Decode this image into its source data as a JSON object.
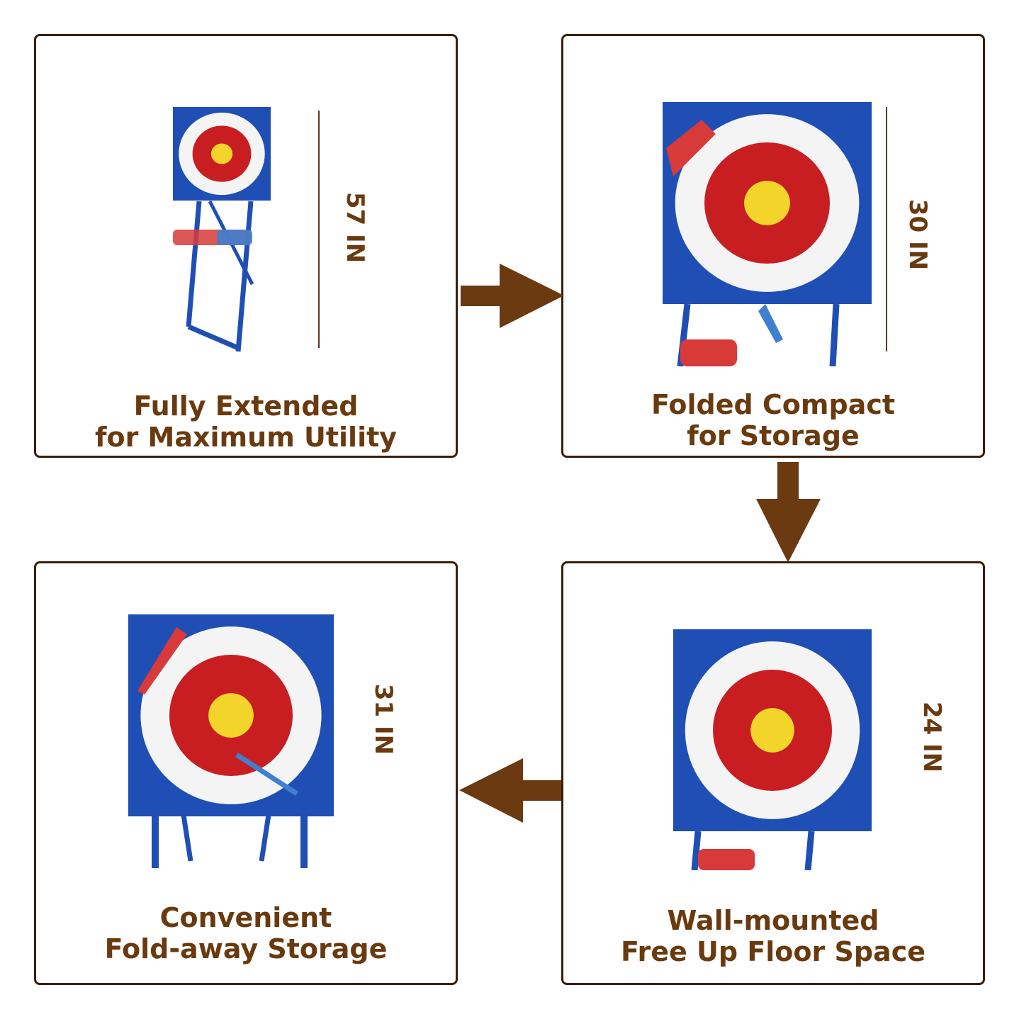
{
  "panels": [
    {
      "caption_line1": "Fully Extended",
      "caption_line2": "for Maximum Utility",
      "dimension": "57 IN"
    },
    {
      "caption_line1": "Folded Compact",
      "caption_line2": "for Storage",
      "dimension": "30 IN"
    },
    {
      "caption_line1": "Wall-mounted",
      "caption_line2": "Free Up Floor Space",
      "dimension": "24 IN"
    },
    {
      "caption_line1": "Convenient",
      "caption_line2": "Fold-away Storage",
      "dimension": "31 IN"
    }
  ],
  "colors": {
    "arrow": "#6b3a10",
    "text": "#6a3a0f",
    "border": "#3b1d0c",
    "target_blue": "#1f4fb5",
    "target_red": "#c81e22",
    "target_yellow": "#f2d42a"
  }
}
